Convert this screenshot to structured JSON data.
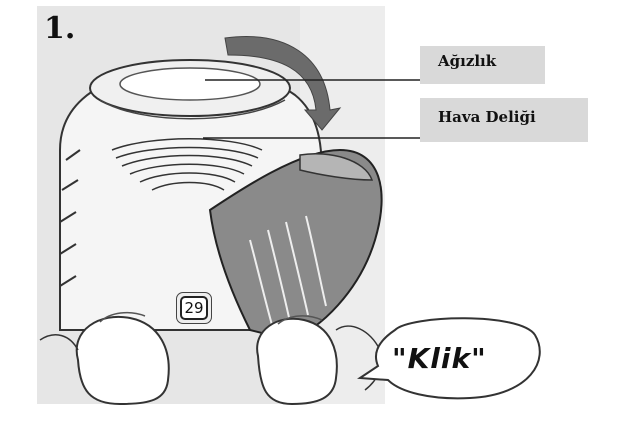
{
  "step": {
    "number": "1."
  },
  "labels": {
    "mouthpiece": "Ağızlık",
    "air_hole": "Hava Deliği"
  },
  "counter": {
    "value": "29"
  },
  "sound": {
    "click": "\"Klik\""
  }
}
